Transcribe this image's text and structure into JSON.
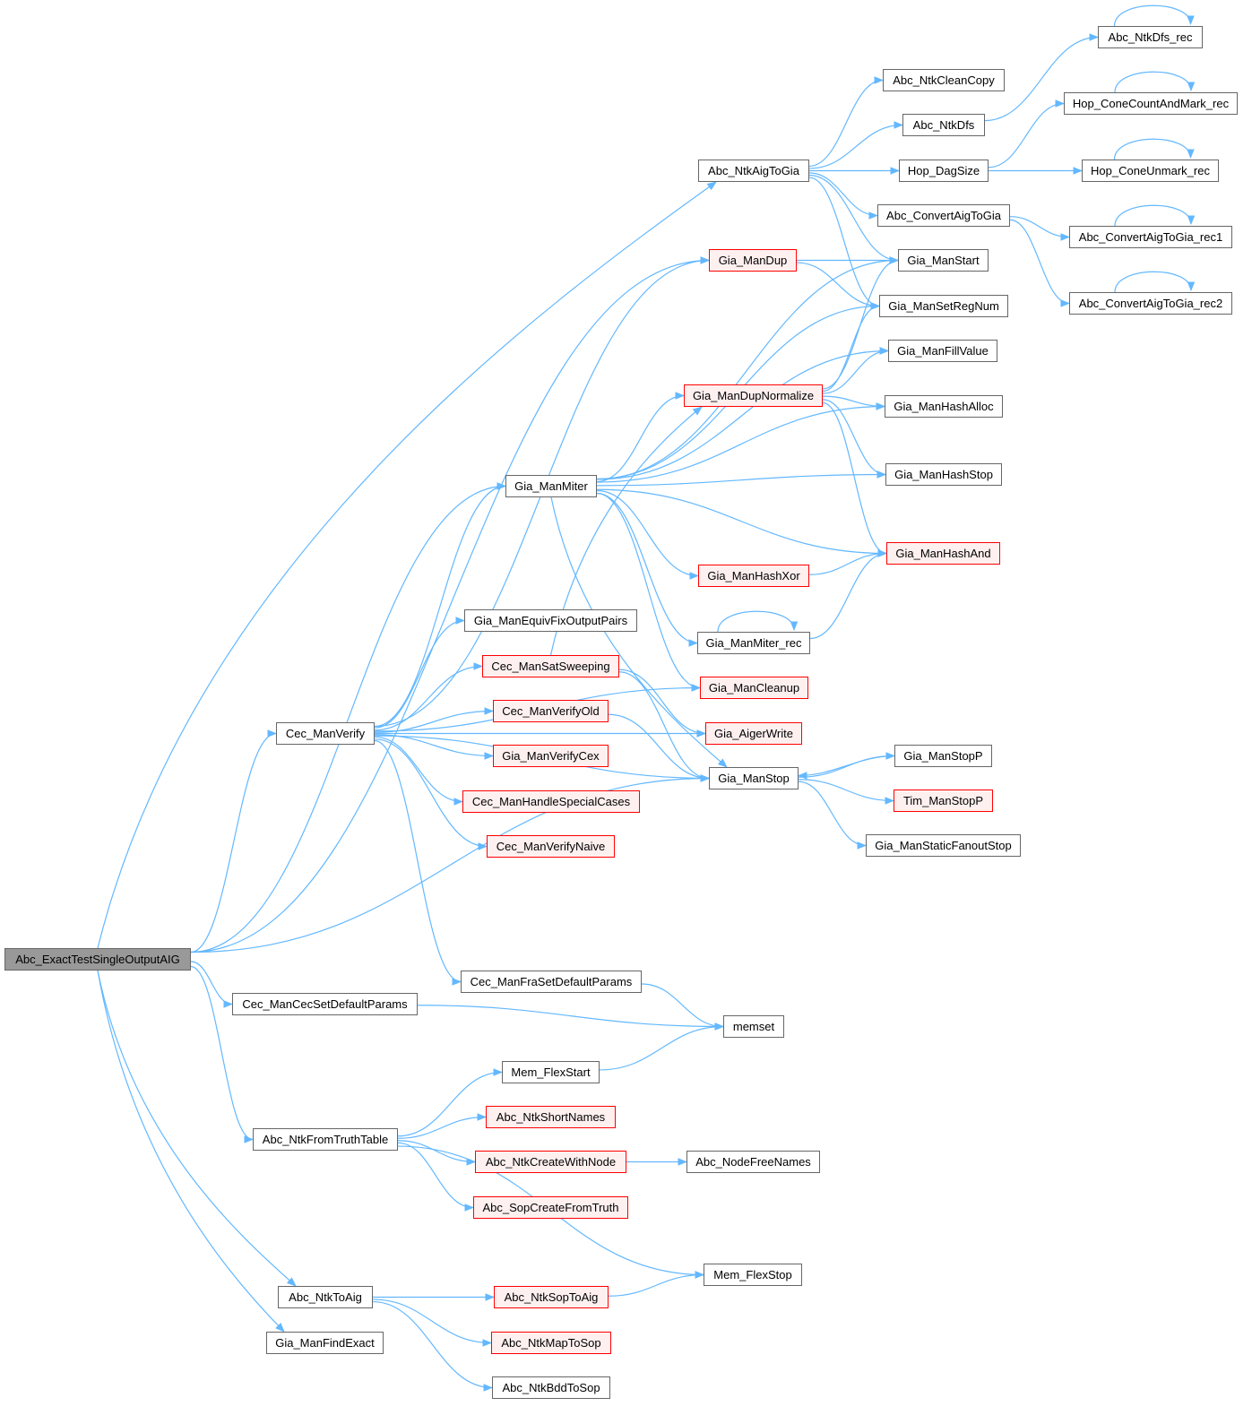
{
  "graph": {
    "title": "Abc_ExactTestSingleOutputAIG call graph",
    "edge_color": "#63b8ff",
    "nodes": [
      {
        "label": "Abc_ExactTestSingleOutputAIG",
        "style": "root"
      },
      {
        "label": "Abc_NtkAigToGia",
        "style": "plain"
      },
      {
        "label": "Gia_ManMiter",
        "style": "plain"
      },
      {
        "label": "Cec_ManVerify",
        "style": "plain"
      },
      {
        "label": "Gia_ManStop",
        "style": "plain"
      },
      {
        "label": "Cec_ManCecSetDefaultParams",
        "style": "plain"
      },
      {
        "label": "Abc_NtkFromTruthTable",
        "style": "plain"
      },
      {
        "label": "Abc_NtkToAig",
        "style": "plain"
      },
      {
        "label": "Gia_ManFindExact",
        "style": "plain"
      },
      {
        "label": "Abc_NtkCleanCopy",
        "style": "plain"
      },
      {
        "label": "Abc_NtkDfs",
        "style": "plain"
      },
      {
        "label": "Hop_DagSize",
        "style": "plain"
      },
      {
        "label": "Abc_ConvertAigToGia",
        "style": "plain"
      },
      {
        "label": "Abc_NtkDfs_rec",
        "style": "plain"
      },
      {
        "label": "Hop_ConeCountAndMark_rec",
        "style": "plain"
      },
      {
        "label": "Hop_ConeUnmark_rec",
        "style": "plain"
      },
      {
        "label": "Abc_ConvertAigToGia_rec1",
        "style": "plain"
      },
      {
        "label": "Abc_ConvertAigToGia_rec2",
        "style": "plain"
      },
      {
        "label": "Gia_ManStart",
        "style": "plain"
      },
      {
        "label": "Gia_ManSetRegNum",
        "style": "plain"
      },
      {
        "label": "Gia_ManFillValue",
        "style": "plain"
      },
      {
        "label": "Gia_ManHashAlloc",
        "style": "plain"
      },
      {
        "label": "Gia_ManHashStop",
        "style": "plain"
      },
      {
        "label": "Gia_ManHashAnd",
        "style": "red"
      },
      {
        "label": "Gia_ManDup",
        "style": "red"
      },
      {
        "label": "Gia_ManDupNormalize",
        "style": "red"
      },
      {
        "label": "Gia_ManHashXor",
        "style": "red"
      },
      {
        "label": "Gia_ManMiter_rec",
        "style": "plain"
      },
      {
        "label": "Gia_ManCleanup",
        "style": "red"
      },
      {
        "label": "Gia_AigerWrite",
        "style": "red"
      },
      {
        "label": "Gia_ManStopP",
        "style": "plain"
      },
      {
        "label": "Tim_ManStopP",
        "style": "red"
      },
      {
        "label": "Gia_ManStaticFanoutStop",
        "style": "plain"
      },
      {
        "label": "Gia_ManEquivFixOutputPairs",
        "style": "plain"
      },
      {
        "label": "Cec_ManSatSweeping",
        "style": "red"
      },
      {
        "label": "Cec_ManVerifyOld",
        "style": "red"
      },
      {
        "label": "Gia_ManVerifyCex",
        "style": "red"
      },
      {
        "label": "Cec_ManHandleSpecialCases",
        "style": "red"
      },
      {
        "label": "Cec_ManVerifyNaive",
        "style": "red"
      },
      {
        "label": "Cec_ManFraSetDefaultParams",
        "style": "plain"
      },
      {
        "label": "memset",
        "style": "plain"
      },
      {
        "label": "Mem_FlexStart",
        "style": "plain"
      },
      {
        "label": "Abc_NtkShortNames",
        "style": "red"
      },
      {
        "label": "Abc_NtkCreateWithNode",
        "style": "red"
      },
      {
        "label": "Abc_NodeFreeNames",
        "style": "plain"
      },
      {
        "label": "Abc_SopCreateFromTruth",
        "style": "red"
      },
      {
        "label": "Mem_FlexStop",
        "style": "plain"
      },
      {
        "label": "Abc_NtkSopToAig",
        "style": "red"
      },
      {
        "label": "Abc_NtkMapToSop",
        "style": "red"
      },
      {
        "label": "Abc_NtkBddToSop",
        "style": "plain"
      }
    ],
    "edges": [
      [
        "Abc_ExactTestSingleOutputAIG",
        "Abc_NtkAigToGia"
      ],
      [
        "Abc_ExactTestSingleOutputAIG",
        "Gia_ManMiter"
      ],
      [
        "Abc_ExactTestSingleOutputAIG",
        "Gia_ManDup"
      ],
      [
        "Abc_ExactTestSingleOutputAIG",
        "Cec_ManVerify"
      ],
      [
        "Abc_ExactTestSingleOutputAIG",
        "Gia_ManStop"
      ],
      [
        "Abc_ExactTestSingleOutputAIG",
        "Cec_ManCecSetDefaultParams"
      ],
      [
        "Abc_ExactTestSingleOutputAIG",
        "Abc_NtkFromTruthTable"
      ],
      [
        "Abc_ExactTestSingleOutputAIG",
        "Abc_NtkToAig"
      ],
      [
        "Abc_ExactTestSingleOutputAIG",
        "Gia_ManFindExact"
      ],
      [
        "Abc_NtkAigToGia",
        "Abc_NtkCleanCopy"
      ],
      [
        "Abc_NtkAigToGia",
        "Abc_NtkDfs"
      ],
      [
        "Abc_NtkAigToGia",
        "Hop_DagSize"
      ],
      [
        "Abc_NtkAigToGia",
        "Abc_ConvertAigToGia"
      ],
      [
        "Abc_NtkAigToGia",
        "Gia_ManStart"
      ],
      [
        "Abc_NtkAigToGia",
        "Gia_ManSetRegNum"
      ],
      [
        "Abc_NtkDfs",
        "Abc_NtkDfs_rec"
      ],
      [
        "Abc_NtkDfs_rec",
        "Abc_NtkDfs_rec"
      ],
      [
        "Hop_DagSize",
        "Hop_ConeCountAndMark_rec"
      ],
      [
        "Hop_DagSize",
        "Hop_ConeUnmark_rec"
      ],
      [
        "Hop_ConeCountAndMark_rec",
        "Hop_ConeCountAndMark_rec"
      ],
      [
        "Hop_ConeUnmark_rec",
        "Hop_ConeUnmark_rec"
      ],
      [
        "Abc_ConvertAigToGia",
        "Abc_ConvertAigToGia_rec1"
      ],
      [
        "Abc_ConvertAigToGia",
        "Abc_ConvertAigToGia_rec2"
      ],
      [
        "Abc_ConvertAigToGia_rec1",
        "Abc_ConvertAigToGia_rec1"
      ],
      [
        "Abc_ConvertAigToGia_rec2",
        "Abc_ConvertAigToGia_rec2"
      ],
      [
        "Gia_ManMiter",
        "Gia_ManStart"
      ],
      [
        "Gia_ManMiter",
        "Gia_ManSetRegNum"
      ],
      [
        "Gia_ManMiter",
        "Gia_ManFillValue"
      ],
      [
        "Gia_ManMiter",
        "Gia_ManDupNormalize"
      ],
      [
        "Gia_ManMiter",
        "Gia_ManHashAlloc"
      ],
      [
        "Gia_ManMiter",
        "Gia_ManHashStop"
      ],
      [
        "Gia_ManMiter",
        "Gia_ManHashAnd"
      ],
      [
        "Gia_ManMiter",
        "Gia_ManHashXor"
      ],
      [
        "Gia_ManMiter",
        "Gia_ManMiter_rec"
      ],
      [
        "Gia_ManMiter",
        "Gia_ManCleanup"
      ],
      [
        "Gia_ManMiter",
        "Gia_ManStop"
      ],
      [
        "Gia_ManDup",
        "Gia_ManStart"
      ],
      [
        "Gia_ManDup",
        "Gia_ManSetRegNum"
      ],
      [
        "Gia_ManDupNormalize",
        "Gia_ManStart"
      ],
      [
        "Gia_ManDupNormalize",
        "Gia_ManSetRegNum"
      ],
      [
        "Gia_ManDupNormalize",
        "Gia_ManFillValue"
      ],
      [
        "Gia_ManDupNormalize",
        "Gia_ManHashAlloc"
      ],
      [
        "Gia_ManDupNormalize",
        "Gia_ManHashStop"
      ],
      [
        "Gia_ManDupNormalize",
        "Gia_ManHashAnd"
      ],
      [
        "Gia_ManHashXor",
        "Gia_ManHashAnd"
      ],
      [
        "Gia_ManMiter_rec",
        "Gia_ManMiter_rec"
      ],
      [
        "Gia_ManMiter_rec",
        "Gia_ManHashAnd"
      ],
      [
        "Cec_ManVerify",
        "Gia_ManDup"
      ],
      [
        "Cec_ManVerify",
        "Gia_ManMiter"
      ],
      [
        "Cec_ManVerify",
        "Gia_ManCleanup"
      ],
      [
        "Cec_ManVerify",
        "Gia_AigerWrite"
      ],
      [
        "Cec_ManVerify",
        "Gia_ManEquivFixOutputPairs"
      ],
      [
        "Cec_ManVerify",
        "Cec_ManSatSweeping"
      ],
      [
        "Cec_ManVerify",
        "Cec_ManVerifyOld"
      ],
      [
        "Cec_ManVerify",
        "Gia_ManVerifyCex"
      ],
      [
        "Cec_ManVerify",
        "Cec_ManHandleSpecialCases"
      ],
      [
        "Cec_ManVerify",
        "Cec_ManVerifyNaive"
      ],
      [
        "Cec_ManVerify",
        "Gia_ManStop"
      ],
      [
        "Cec_ManVerify",
        "Cec_ManFraSetDefaultParams"
      ],
      [
        "Cec_ManSatSweeping",
        "Gia_ManDupNormalize"
      ],
      [
        "Cec_ManSatSweeping",
        "Gia_AigerWrite"
      ],
      [
        "Cec_ManSatSweeping",
        "Gia_ManStop"
      ],
      [
        "Cec_ManVerifyOld",
        "Gia_ManStop"
      ],
      [
        "Gia_ManStop",
        "Gia_ManStopP"
      ],
      [
        "Gia_ManStop",
        "Tim_ManStopP"
      ],
      [
        "Gia_ManStop",
        "Gia_ManStaticFanoutStop"
      ],
      [
        "Gia_ManStopP",
        "Gia_ManStop"
      ],
      [
        "Cec_ManFraSetDefaultParams",
        "memset"
      ],
      [
        "Cec_ManCecSetDefaultParams",
        "memset"
      ],
      [
        "Mem_FlexStart",
        "memset"
      ],
      [
        "Abc_NtkFromTruthTable",
        "Mem_FlexStart"
      ],
      [
        "Abc_NtkFromTruthTable",
        "Abc_NtkShortNames"
      ],
      [
        "Abc_NtkFromTruthTable",
        "Abc_NtkCreateWithNode"
      ],
      [
        "Abc_NtkFromTruthTable",
        "Abc_SopCreateFromTruth"
      ],
      [
        "Abc_NtkFromTruthTable",
        "Mem_FlexStop"
      ],
      [
        "Abc_NtkCreateWithNode",
        "Abc_NodeFreeNames"
      ],
      [
        "Abc_NtkToAig",
        "Abc_NtkSopToAig"
      ],
      [
        "Abc_NtkToAig",
        "Abc_NtkMapToSop"
      ],
      [
        "Abc_NtkToAig",
        "Abc_NtkBddToSop"
      ],
      [
        "Abc_NtkSopToAig",
        "Mem_FlexStop"
      ]
    ]
  }
}
